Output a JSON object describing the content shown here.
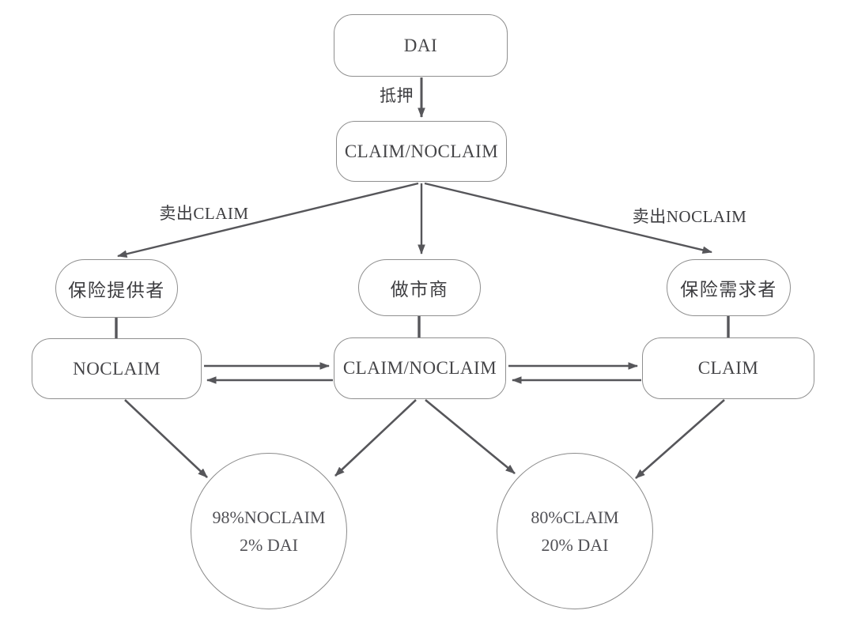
{
  "diagram": {
    "type": "flowchart",
    "nodes": {
      "dai": {
        "label": "DAI"
      },
      "pool_top": {
        "label": "CLAIM/NOCLAIM"
      },
      "provider": {
        "label": "保险提供者"
      },
      "market_maker": {
        "label": "做市商"
      },
      "demander": {
        "label": "保险需求者"
      },
      "noclaim": {
        "label": "NOCLAIM"
      },
      "pool_mid": {
        "label": "CLAIM/NOCLAIM"
      },
      "claim": {
        "label": "CLAIM"
      },
      "left_circle": {
        "line1": "98%NOCLAIM",
        "line2": "2% DAI"
      },
      "right_circle": {
        "line1": "80%CLAIM",
        "line2": "20% DAI"
      }
    },
    "edge_labels": {
      "collateral": "抵押",
      "sell_claim": "卖出CLAIM",
      "sell_noclaim": "卖出NOCLAIM"
    },
    "edges": [
      {
        "from": "dai",
        "to": "pool_top",
        "label": "抵押",
        "arrow": true
      },
      {
        "from": "pool_top",
        "to": "provider",
        "label": "卖出CLAIM",
        "arrow": true
      },
      {
        "from": "pool_top",
        "to": "market_maker",
        "label": "",
        "arrow": true
      },
      {
        "from": "pool_top",
        "to": "demander",
        "label": "卖出NOCLAIM",
        "arrow": true
      },
      {
        "from": "provider",
        "to": "noclaim",
        "label": "",
        "arrow": false
      },
      {
        "from": "market_maker",
        "to": "pool_mid",
        "label": "",
        "arrow": false
      },
      {
        "from": "demander",
        "to": "claim",
        "label": "",
        "arrow": false
      },
      {
        "from": "noclaim",
        "to": "pool_mid",
        "label": "",
        "arrow": "both"
      },
      {
        "from": "pool_mid",
        "to": "claim",
        "label": "",
        "arrow": "both"
      },
      {
        "from": "noclaim",
        "to": "left_circle",
        "label": "",
        "arrow": true
      },
      {
        "from": "pool_mid",
        "to": "left_circle",
        "label": "",
        "arrow": true
      },
      {
        "from": "pool_mid",
        "to": "right_circle",
        "label": "",
        "arrow": true
      },
      {
        "from": "claim",
        "to": "right_circle",
        "label": "",
        "arrow": true
      }
    ],
    "colors": {
      "background": "#ffffff",
      "line": "#56565a",
      "node_border": "#8f8f8f",
      "text": "#454548"
    }
  }
}
